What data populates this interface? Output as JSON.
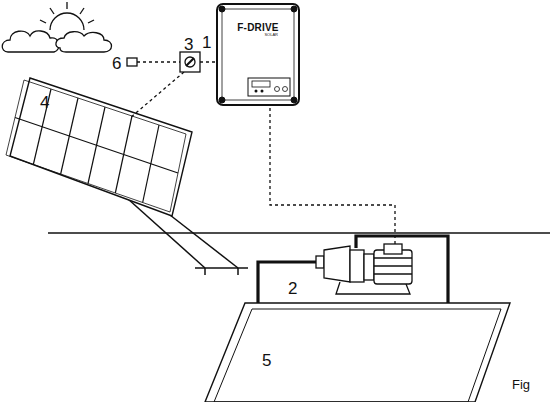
{
  "diagram": {
    "nodes": [
      {
        "text": [
          "F-DRIVE",
          "SOLAR"
        ]
      }
    ],
    "labels": [
      "1",
      "2",
      "3",
      "4",
      "5",
      "6",
      "Fig"
    ]
  }
}
